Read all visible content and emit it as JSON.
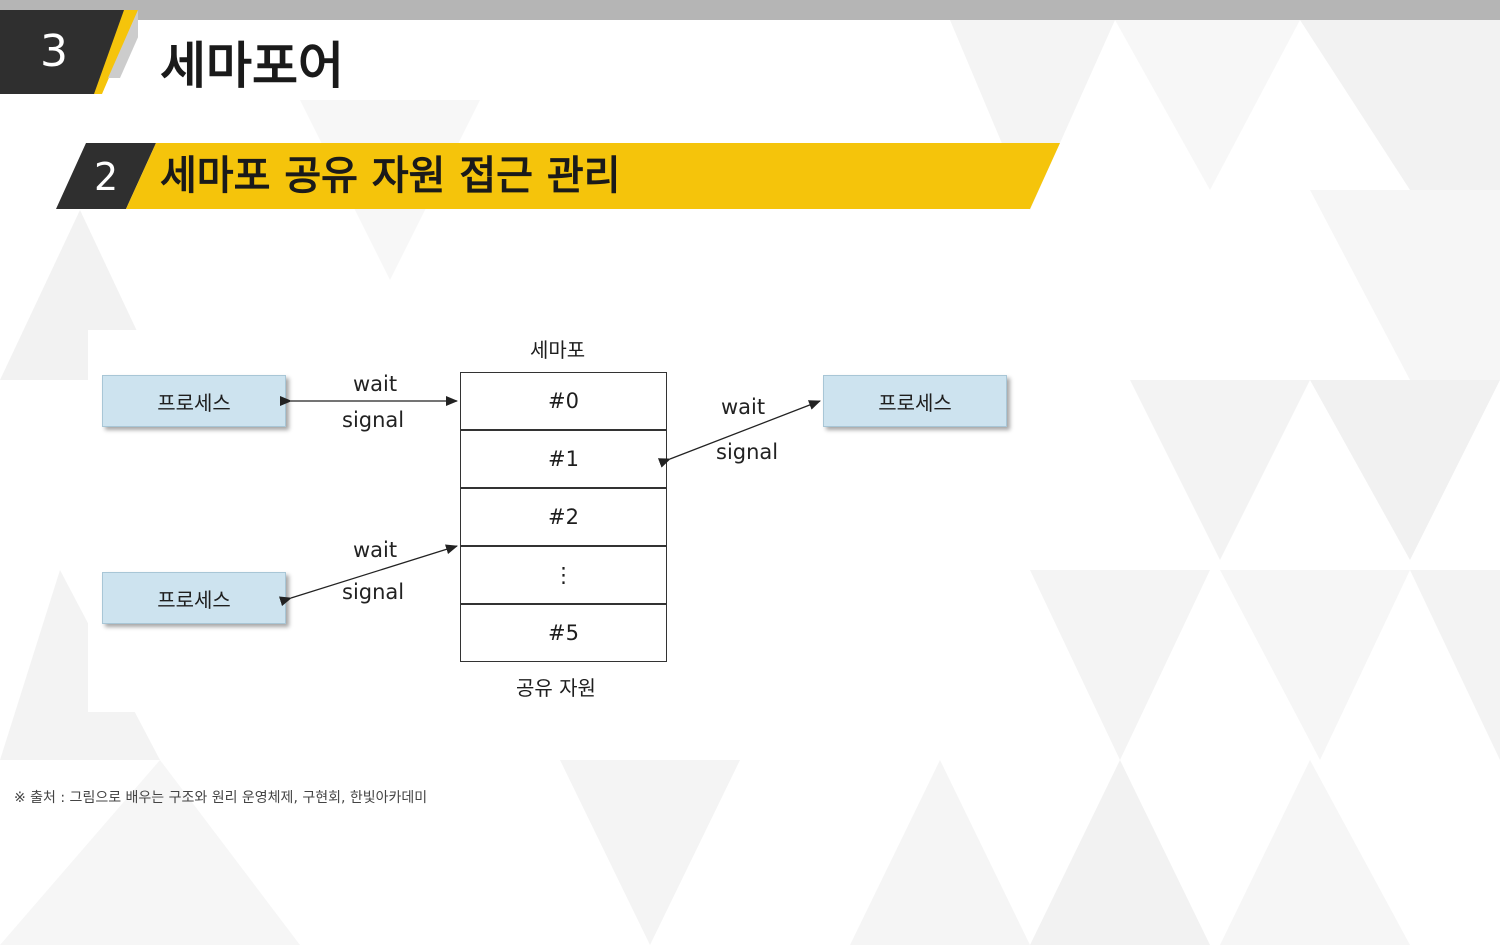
{
  "header": {
    "chapter_number": "3",
    "chapter_title": "세마포어",
    "section_number": "2",
    "section_title": "세마포 공유 자원 접근 관리"
  },
  "diagram": {
    "semaphore_label": "세마포",
    "resource_label": "공유 자원",
    "cells": [
      "#0",
      "#1",
      "#2",
      "⋮",
      "#5"
    ],
    "process_left_top": "프로세스",
    "process_left_bottom": "프로세스",
    "process_right": "프로세스",
    "wait_label": "wait",
    "signal_label": "signal"
  },
  "caption": "※ 출처 : 그림으로 배우는 구조와 원리 운영체제, 구현회, 한빛아카데미",
  "colors": {
    "accent": "#f5c40b",
    "dark": "#2f2f2f",
    "process_fill": "#cde3ef"
  }
}
